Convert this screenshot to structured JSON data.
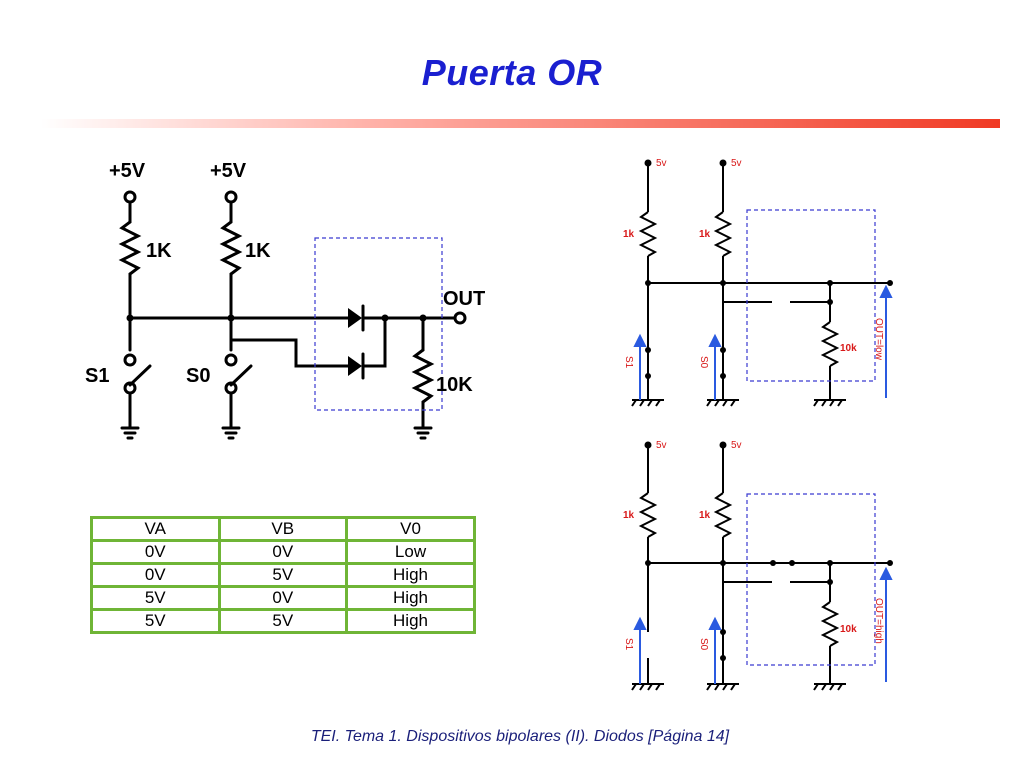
{
  "title": "Puerta OR",
  "footer": "TEI. Tema 1. Dispositivos bipolares (II). Diodos [Página 14]",
  "left_schematic": {
    "supply_1": "+5V",
    "supply_2": "+5V",
    "resistor_1": "1K",
    "resistor_2": "1K",
    "switch_1": "S1",
    "switch_2": "S0",
    "output": "OUT",
    "load_resistor": "10K"
  },
  "top_schematic": {
    "supply_1": "5v",
    "supply_2": "5v",
    "resistor_1": "1k",
    "resistor_2": "1k",
    "switch_1": "S1",
    "switch_2": "S0",
    "load_resistor": "10k",
    "output_state": "OUT=low"
  },
  "bottom_schematic": {
    "supply_1": "5v",
    "supply_2": "5v",
    "resistor_1": "1k",
    "resistor_2": "1k",
    "switch_1": "S1",
    "switch_2": "S0",
    "load_resistor": "10k",
    "output_state": "OUT=high"
  },
  "truth_table": {
    "headers": [
      "VA",
      "VB",
      "V0"
    ],
    "rows": [
      [
        "0V",
        "0V",
        "Low"
      ],
      [
        "0V",
        "5V",
        "High"
      ],
      [
        "5V",
        "0V",
        "High"
      ],
      [
        "5V",
        "5V",
        "High"
      ]
    ]
  },
  "colors": {
    "title": "#1a1fd0",
    "dashed_box": "#3a3ad0",
    "small_label": "#d81818",
    "arrow": "#2a5ae0",
    "table_border": "#6fb536"
  }
}
